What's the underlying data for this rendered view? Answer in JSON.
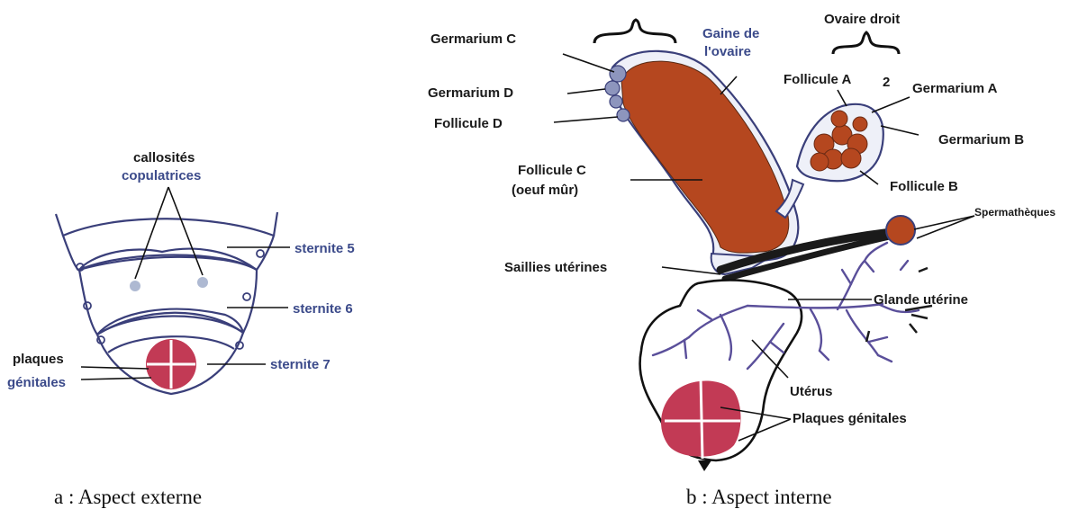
{
  "panel_a": {
    "labels": {
      "callosites_line1": "callosités",
      "callosites_line2": "copulatrices",
      "sternite5": "sternite 5",
      "sternite6": "sternite 6",
      "sternite7": "sternite 7",
      "plaques_line1": "plaques",
      "plaques_line2": "génitales"
    },
    "caption": "a : Aspect externe"
  },
  "panel_b": {
    "labels": {
      "germarium_c": "Germarium C",
      "germarium_d": "Germarium D",
      "follicule_d": "Follicule D",
      "follicule_c_line1": "Follicule C",
      "follicule_c_line2": "(oeuf mûr)",
      "gaine_line1": "Gaine de",
      "gaine_line2": "l'ovaire",
      "ovaire_droit": "Ovaire droit",
      "follicule_a": "Follicule A",
      "follicule_a_num": "2",
      "germarium_a": "Germarium A",
      "germarium_b": "Germarium B",
      "follicule_b": "Follicule B",
      "spermatheques": "Spermathèques",
      "saillies": "Saillies utérines",
      "glande": "Glande utérine",
      "uterus": "Utérus",
      "plaques": "Plaques génitales"
    },
    "caption": "b : Aspect interne"
  },
  "colors": {
    "outline": "#3a3f7a",
    "egg": "#b5471f",
    "plate": "#c23a55",
    "label_blue": "#3b4a8a",
    "branch": "#5a4f9a"
  }
}
